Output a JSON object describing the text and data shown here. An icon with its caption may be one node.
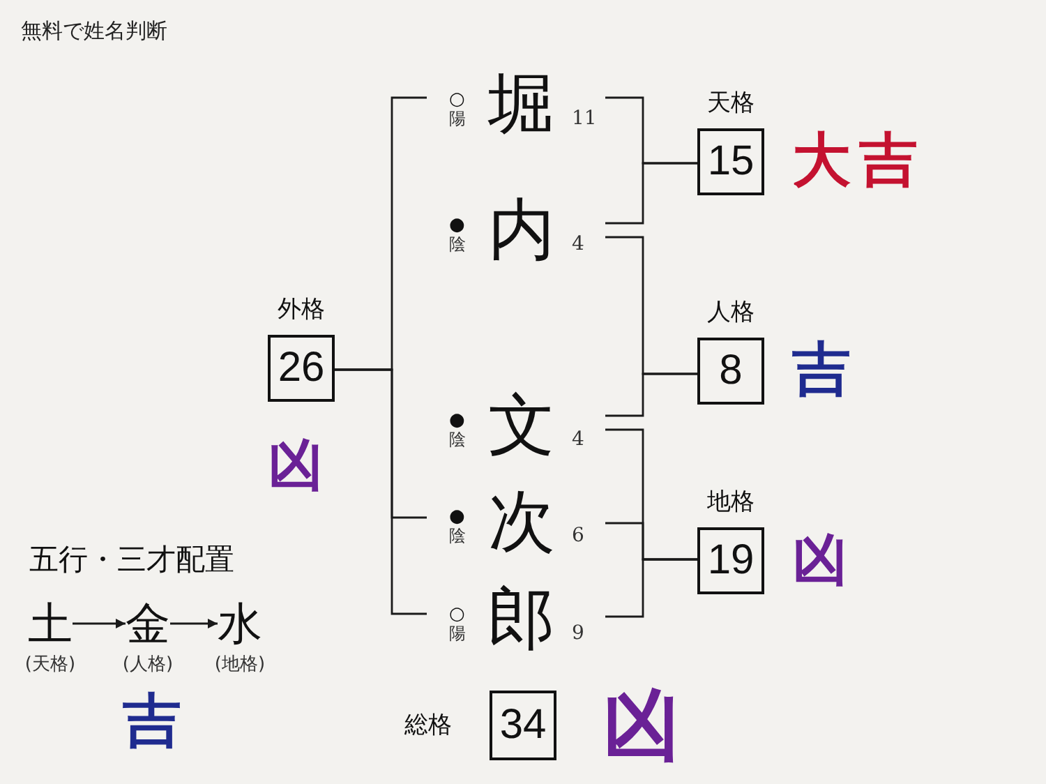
{
  "diagram": {
    "nodes": [
      {
        "text": [
          "堀"
        ],
        "beside": [
          "○",
          "陽",
          "11"
        ]
      },
      {
        "text": [
          "内"
        ],
        "beside": [
          "●",
          "陰",
          "4"
        ]
      },
      {
        "text": [
          "文"
        ],
        "beside": [
          "●",
          "陰",
          "4"
        ]
      },
      {
        "text": [
          "次"
        ],
        "beside": [
          "●",
          "陰",
          "6"
        ]
      },
      {
        "text": [
          "郎"
        ],
        "beside": [
          "○",
          "陽",
          "9"
        ]
      },
      {
        "text": [
          "天格",
          "15"
        ],
        "beside": [
          "大吉"
        ]
      },
      {
        "text": [
          "人格",
          "8"
        ],
        "beside": [
          "吉"
        ]
      },
      {
        "text": [
          "地格",
          "19"
        ],
        "beside": [
          "凶"
        ]
      },
      {
        "text": [
          "外格",
          "26"
        ],
        "beside": [
          "凶"
        ]
      },
      {
        "text": [
          "総格",
          "34"
        ],
        "beside": [
          "凶"
        ]
      },
      {
        "text": [
          "土"
        ],
        "beside": [
          "(天格)"
        ]
      },
      {
        "text": [
          "金"
        ],
        "beside": [
          "(人格)"
        ]
      },
      {
        "text": [
          "水"
        ],
        "beside": [
          "(地格)"
        ]
      }
    ],
    "edges": [
      {
        "from": 0,
        "to": 5,
        "arrow": "none"
      },
      {
        "from": 1,
        "to": 5,
        "arrow": "none"
      },
      {
        "from": 1,
        "to": 6,
        "arrow": "none"
      },
      {
        "from": 2,
        "to": 6,
        "arrow": "none"
      },
      {
        "from": 2,
        "to": 7,
        "arrow": "none"
      },
      {
        "from": 3,
        "to": 7,
        "arrow": "none"
      },
      {
        "from": 4,
        "to": 7,
        "arrow": "none"
      },
      {
        "from": 8,
        "to": 0,
        "arrow": "none"
      },
      {
        "from": 8,
        "to": 3,
        "arrow": "none"
      },
      {
        "from": 8,
        "to": 4,
        "arrow": "none"
      },
      {
        "from": 10,
        "to": 11,
        "arrow": "to"
      },
      {
        "from": 11,
        "to": 12,
        "arrow": "to"
      }
    ],
    "labels": [
      "無料で姓名判断",
      "五行・三才配置",
      "吉"
    ]
  }
}
